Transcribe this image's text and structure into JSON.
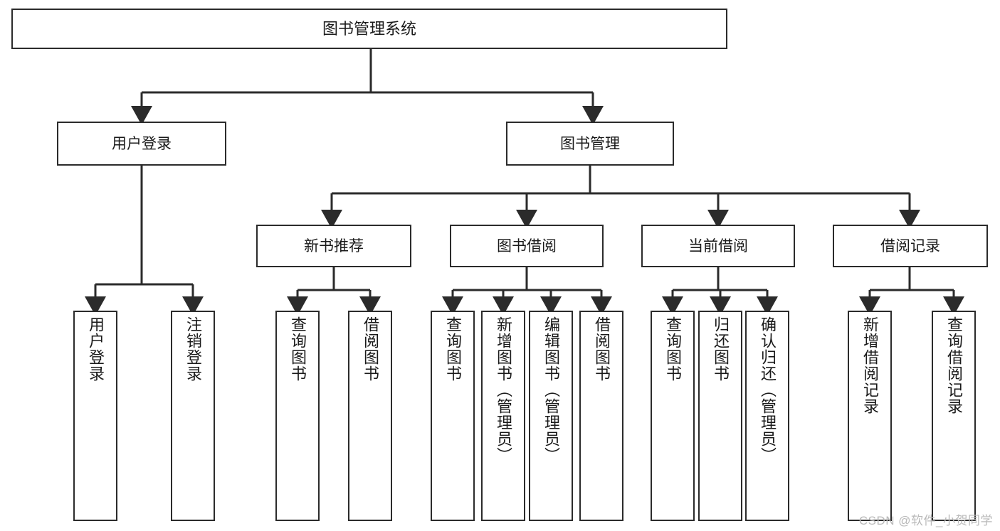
{
  "diagram": {
    "title": "图书管理系统",
    "watermark": "CSDN @软件_小贺同学",
    "stroke_color": "#2b2b2b",
    "fill_color": "#ffffff",
    "text_color": "#1a1a1a",
    "watermark_color": "#b9b9b9"
  },
  "nodes": {
    "root": {
      "label": "图书管理系统"
    },
    "level2": [
      {
        "label": "用户登录"
      },
      {
        "label": "图书管理"
      }
    ],
    "level3": [
      {
        "label": "新书推荐"
      },
      {
        "label": "图书借阅"
      },
      {
        "label": "当前借阅"
      },
      {
        "label": "借阅记录"
      }
    ],
    "leaves": {
      "user_login": [
        {
          "label": "用户登录"
        },
        {
          "label": "注销登录"
        }
      ],
      "new_book": [
        {
          "label": "查询图书"
        },
        {
          "label": "借阅图书"
        }
      ],
      "borrow_book": [
        {
          "label": "查询图书"
        },
        {
          "label": "新增图书（管理员）"
        },
        {
          "label": "编辑图书（管理员）"
        },
        {
          "label": "借阅图书"
        }
      ],
      "current_borrow": [
        {
          "label": "查询图书"
        },
        {
          "label": "归还图书"
        },
        {
          "label": "确认归还（管理员）"
        }
      ],
      "borrow_record": [
        {
          "label": "新增借阅记录"
        },
        {
          "label": "查询借阅记录"
        }
      ]
    }
  }
}
